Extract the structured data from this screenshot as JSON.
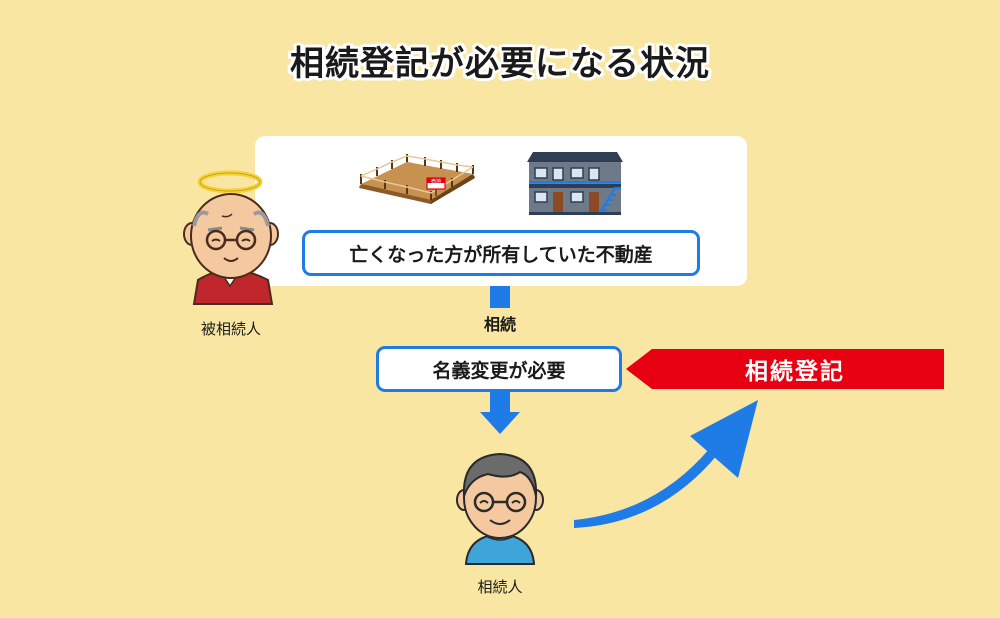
{
  "title": "相続登記が必要になる状況",
  "property_label": "亡くなった方が所有していた不動産",
  "land_sign": "売地",
  "inheritance_label": "相続",
  "name_change_label": "名義変更が必要",
  "registration_label": "相続登記",
  "decedent_caption": "被相続人",
  "heir_caption": "相続人",
  "colors": {
    "background": "#f8e6a2",
    "accent_blue": "#1f7be6",
    "accent_red": "#e60012",
    "land_brown": "#c7924f",
    "building_navy": "#2d3e55"
  },
  "icons": [
    "halo-icon",
    "decedent-elder-icon",
    "land-lot-icon",
    "apartment-building-icon",
    "heir-man-icon",
    "growth-arrow-icon"
  ]
}
